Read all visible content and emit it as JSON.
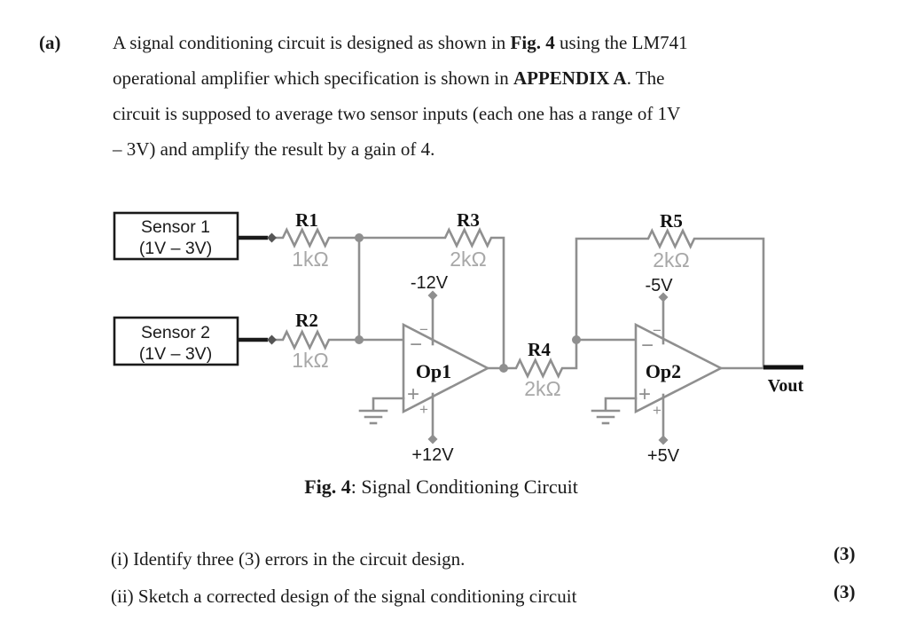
{
  "intro": {
    "part_label": "(a)",
    "line1_a": "A signal conditioning circuit is designed as shown in ",
    "line1_b": "Fig. 4",
    "line1_c": " using the LM741",
    "line2_a": "operational amplifier which specification is shown in ",
    "line2_b": "APPENDIX A",
    "line2_c": ". The",
    "line3": "circuit is supposed to average two sensor inputs (each one has a range of 1V",
    "line4": "– 3V) and amplify the result by a gain of 4."
  },
  "figure": {
    "caption_bold": "Fig. 4",
    "caption_rest": ": Signal Conditioning Circuit"
  },
  "circuit": {
    "sensor1_line1": "Sensor 1",
    "sensor1_line2": "(1V – 3V)",
    "sensor2_line1": "Sensor 2",
    "sensor2_line2": "(1V – 3V)",
    "r1_name": "R1",
    "r1_value": "1kΩ",
    "r2_name": "R2",
    "r2_value": "1kΩ",
    "r3_name": "R3",
    "r3_value": "2kΩ",
    "r4_name": "R4",
    "r4_value": "2kΩ",
    "r5_name": "R5",
    "r5_value": "2kΩ",
    "op1_name": "Op1",
    "op1_vneg": "-12V",
    "op1_vpos": "+12V",
    "op2_name": "Op2",
    "op2_vneg": "-5V",
    "op2_vpos": "+5V",
    "minus_sign": "−",
    "plus_sign": "+",
    "vout_label": "Vout",
    "wire_color": "#8f8f8f",
    "value_color": "#a8a8a8"
  },
  "questions": [
    {
      "text": "(i) Identify three (3) errors in the circuit design.",
      "marks": "(3)"
    },
    {
      "text": "(ii) Sketch a corrected design of the signal conditioning circuit",
      "marks": "(3)"
    }
  ]
}
